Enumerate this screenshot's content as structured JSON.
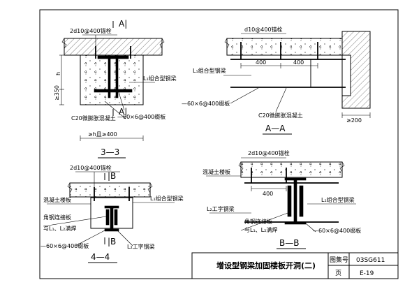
{
  "sheet": {
    "title": "增设型钢梁加固楼板开洞(二)",
    "atlas_label": "图集号",
    "atlas_no": "03SG611",
    "page_label": "页",
    "page_no": "E-19"
  },
  "view_33": {
    "cut_top": "A|",
    "cut_bottom": "A|",
    "anchor": "2d10@400锚栓",
    "beam": "L₁组合型钢梁",
    "concrete": "C20微膨胀混凝土",
    "plate": "—60×6@400缀板",
    "dim_h": "h",
    "dim_min": "≥350",
    "dim_width": "≥h且≥400",
    "section": "3—3"
  },
  "view_AA": {
    "anchor": "d10@400锚栓",
    "dim1": "400",
    "dim2": "400",
    "beam": "L₁组合型钢梁",
    "plate": "—60×6@400缀板",
    "concrete": "C20微膨胀混凝土",
    "dim_min": "≥200",
    "section": "A—A"
  },
  "view_44": {
    "cut_top": "|B",
    "cut_bottom": "|B",
    "anchor": "2d10@400锚栓",
    "slab": "混凝土楼板",
    "beam": "L₁组合型钢梁",
    "plate_conn": "角钢连接板",
    "weld": "与L₁、L₂满焊",
    "plate": "—60×6@400缀板",
    "ibeam": "L₂工字钢梁",
    "section": "4—4"
  },
  "view_BB": {
    "anchor": "2d10@400锚栓",
    "slab": "混凝土楼板",
    "dim": "400",
    "beam": "L₁组合型钢梁",
    "ibeam": "L₂工字钢梁",
    "plate_conn": "角钢连接板",
    "weld": "与L₁、L₂满焊",
    "plate": "—60×6@400缀板",
    "section": "B—B"
  }
}
